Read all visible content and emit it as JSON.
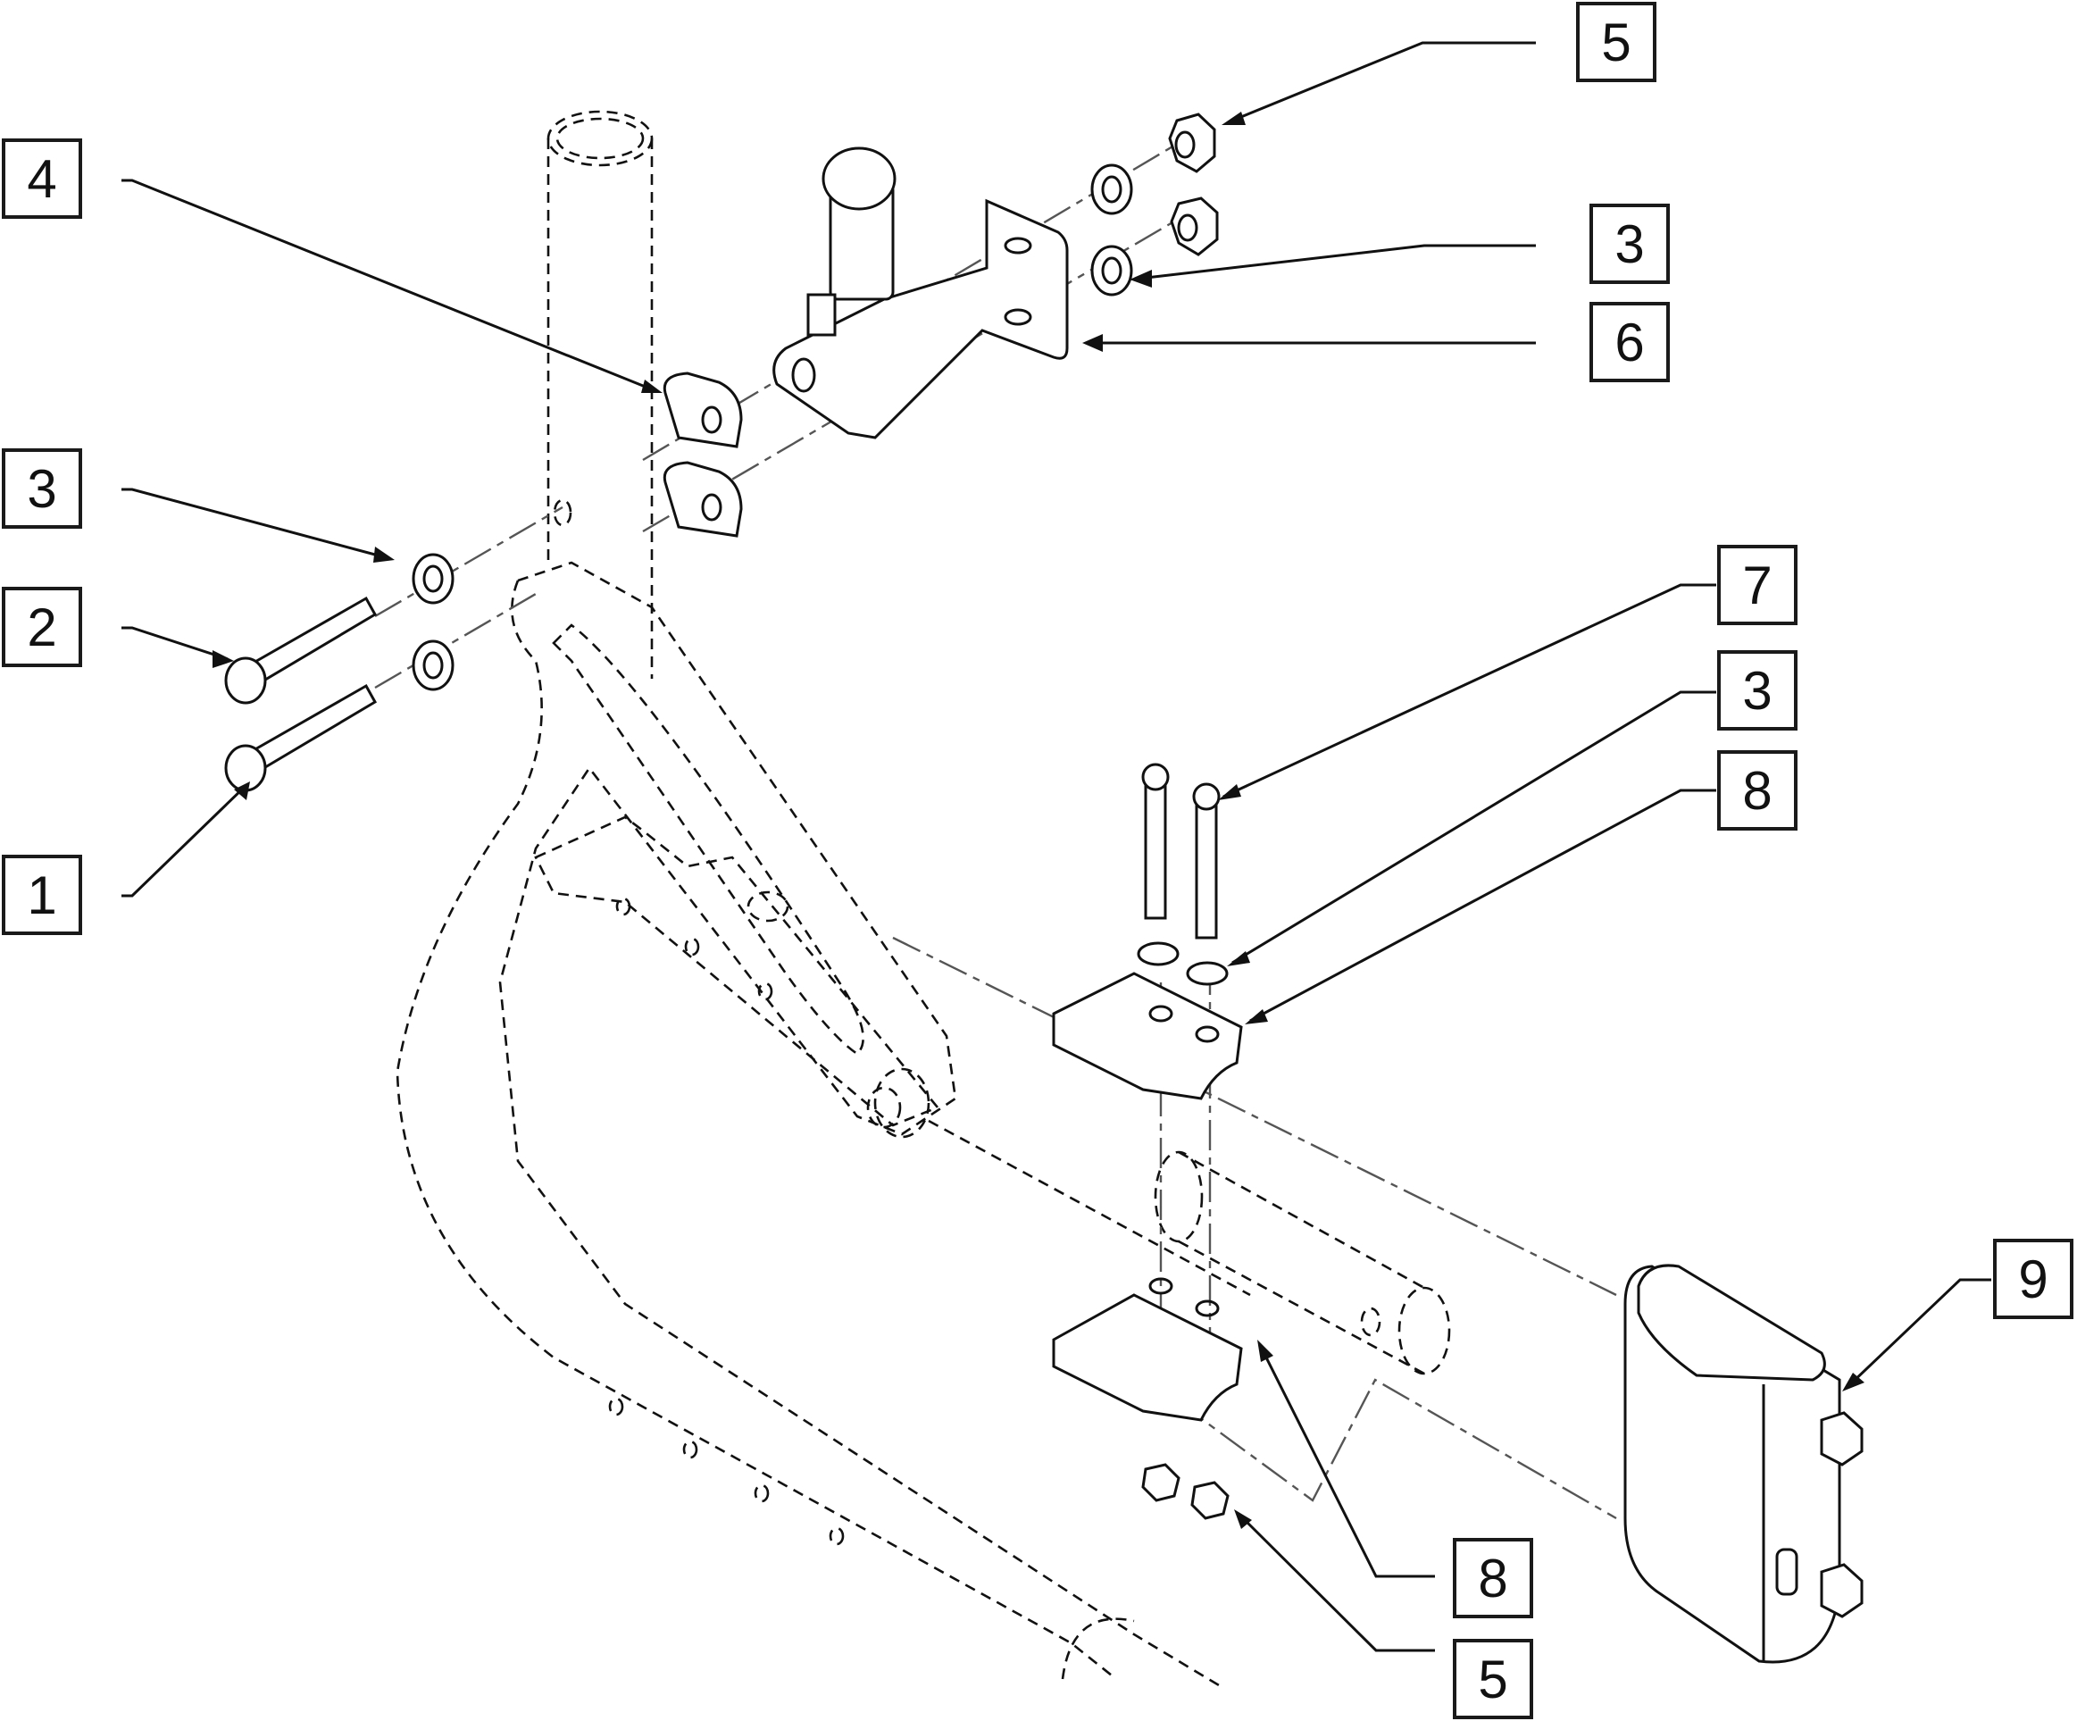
{
  "diagram": {
    "type": "exploded parts diagram",
    "subject": "tube mount / bracket assembly on frame",
    "callouts": [
      {
        "id": "c5a",
        "label": "5",
        "part": "hex nut (upper)"
      },
      {
        "id": "c4",
        "label": "4",
        "part": "spacer blocks"
      },
      {
        "id": "c3a",
        "label": "3",
        "part": "washer (upper right)"
      },
      {
        "id": "c6",
        "label": "6",
        "part": "mounting bracket"
      },
      {
        "id": "c3b",
        "label": "3",
        "part": "washer (left)"
      },
      {
        "id": "c2",
        "label": "2",
        "part": "button head bolt"
      },
      {
        "id": "c1",
        "label": "1",
        "part": "button head bolt"
      },
      {
        "id": "c7",
        "label": "7",
        "part": "socket head cap screws"
      },
      {
        "id": "c3c",
        "label": "3",
        "part": "washer (clamp)"
      },
      {
        "id": "c8a",
        "label": "8",
        "part": "clamp half (upper)"
      },
      {
        "id": "c9",
        "label": "9",
        "part": "tube receiver housing"
      },
      {
        "id": "c8b",
        "label": "8",
        "part": "clamp half (lower)"
      },
      {
        "id": "c5b",
        "label": "5",
        "part": "hex nuts (lower)"
      }
    ]
  }
}
